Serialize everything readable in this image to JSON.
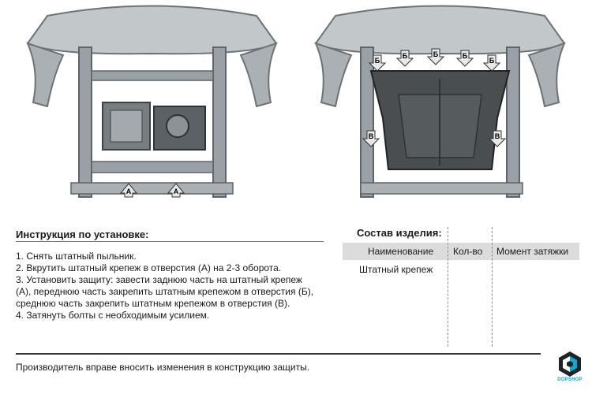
{
  "illustrations": {
    "left": {
      "markers": [
        "A",
        "A"
      ]
    },
    "right": {
      "markers": [
        "Б",
        "Б",
        "Б",
        "Б",
        "Б",
        "В",
        "В"
      ]
    }
  },
  "instructions": {
    "title": "Инструкция по установке:",
    "steps": [
      "1. Снять штатный пыльник.",
      "2. Вкрутить штатный крепеж в отверстия (А) на 2-3 оборота.",
      "3. Установить защиту: завести заднюю часть на штатный крепеж (А), переднюю часть закрепить штатным крепежом в отверстия (Б), среднюю часть закрепить штатным крепежом в отверстия (В).",
      "4. Затянуть болты с необходимым усилием."
    ]
  },
  "composition": {
    "title": "Состав изделия:",
    "headers": [
      "Наименование",
      "Кол-во",
      "Момент затяжки"
    ],
    "rows": [
      [
        "Штатный крепеж",
        "",
        ""
      ]
    ]
  },
  "footer": {
    "note": "Производитель вправе вносить изменения в конструкцию защиты."
  },
  "logo": {
    "text": "DOPSHOP",
    "color": "#0aa9d6"
  },
  "colors": {
    "plate": "#4a4e51",
    "frame": "#9aa1a6",
    "bumper": "#c2c7ca"
  }
}
